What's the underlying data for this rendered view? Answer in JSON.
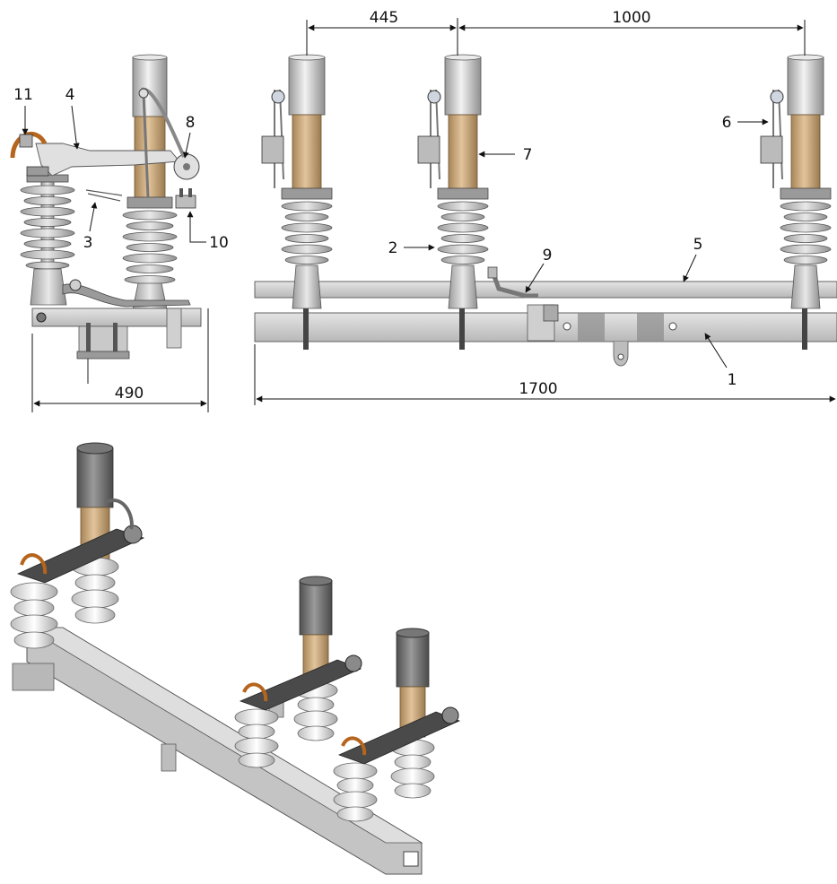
{
  "dimensions": {
    "side_width": "490",
    "spacing_left": "445",
    "spacing_right": "1000",
    "total_length": "1700"
  },
  "callouts": {
    "c1": "1",
    "c2": "2",
    "c3": "3",
    "c4": "4",
    "c5": "5",
    "c6": "6",
    "c7": "7",
    "c8": "8",
    "c9": "9",
    "c10": "10",
    "c11": "11"
  },
  "colors": {
    "porcelain": "#e6e6e6",
    "fuse_tube": "#c9a97e",
    "metal": "#a9a9a9",
    "cap": "#d9d9d9",
    "copper": "#b5651d",
    "line": "#111111"
  }
}
